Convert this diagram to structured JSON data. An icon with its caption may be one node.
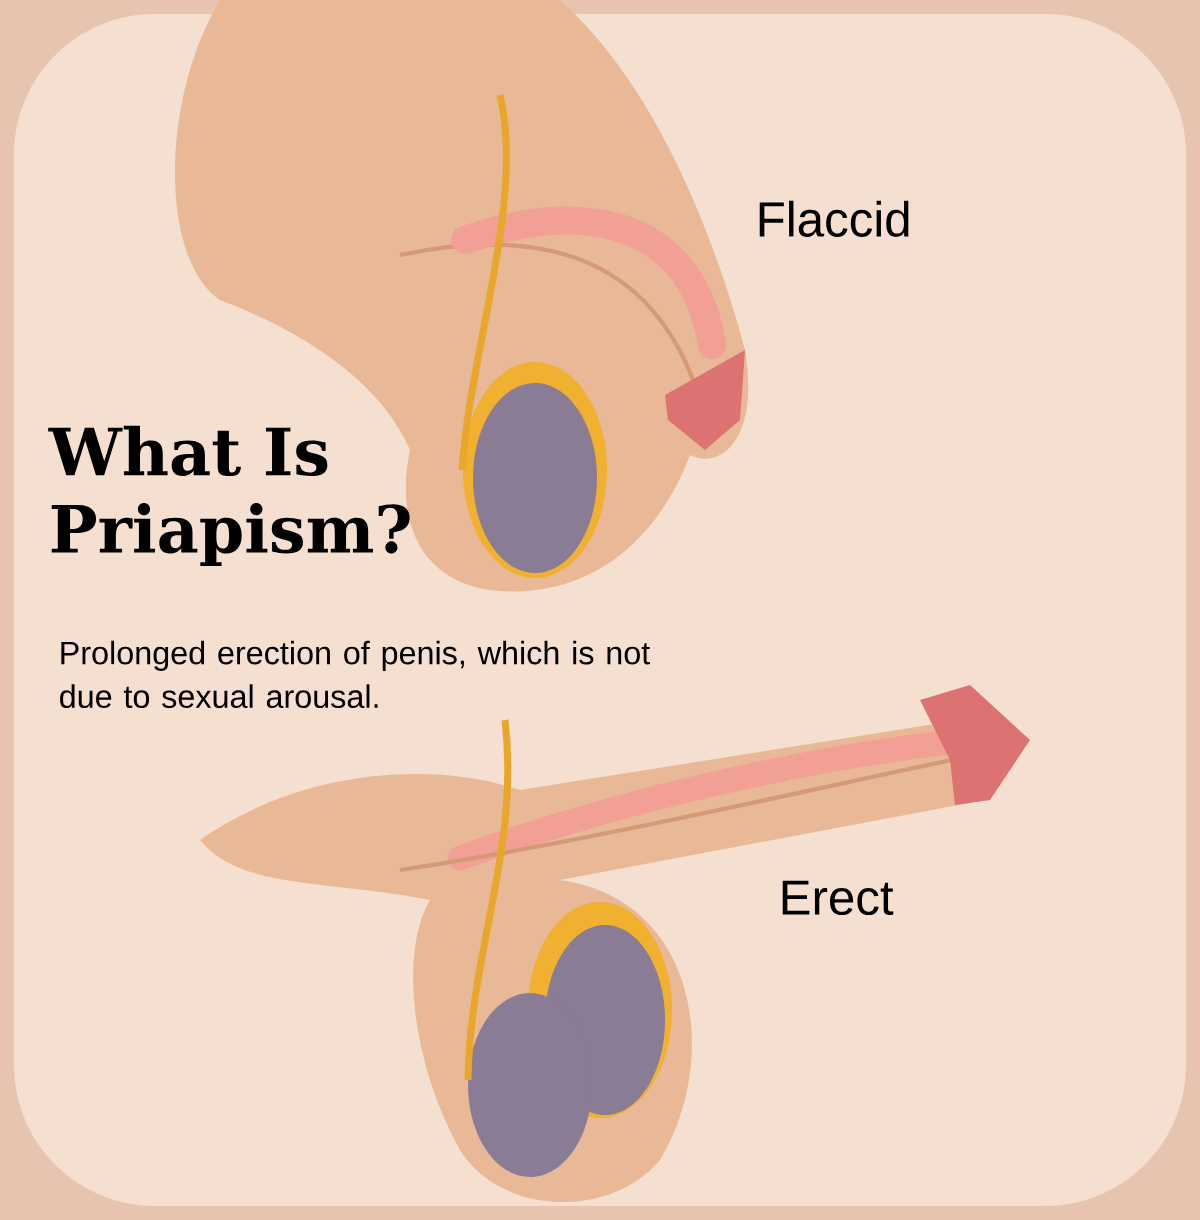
{
  "diagram": {
    "title": "What Is Priapism?",
    "labels": [
      "Flaccid",
      "Prolonged erection of penis, which is not due to sexual arousal.",
      "Erect"
    ]
  }
}
